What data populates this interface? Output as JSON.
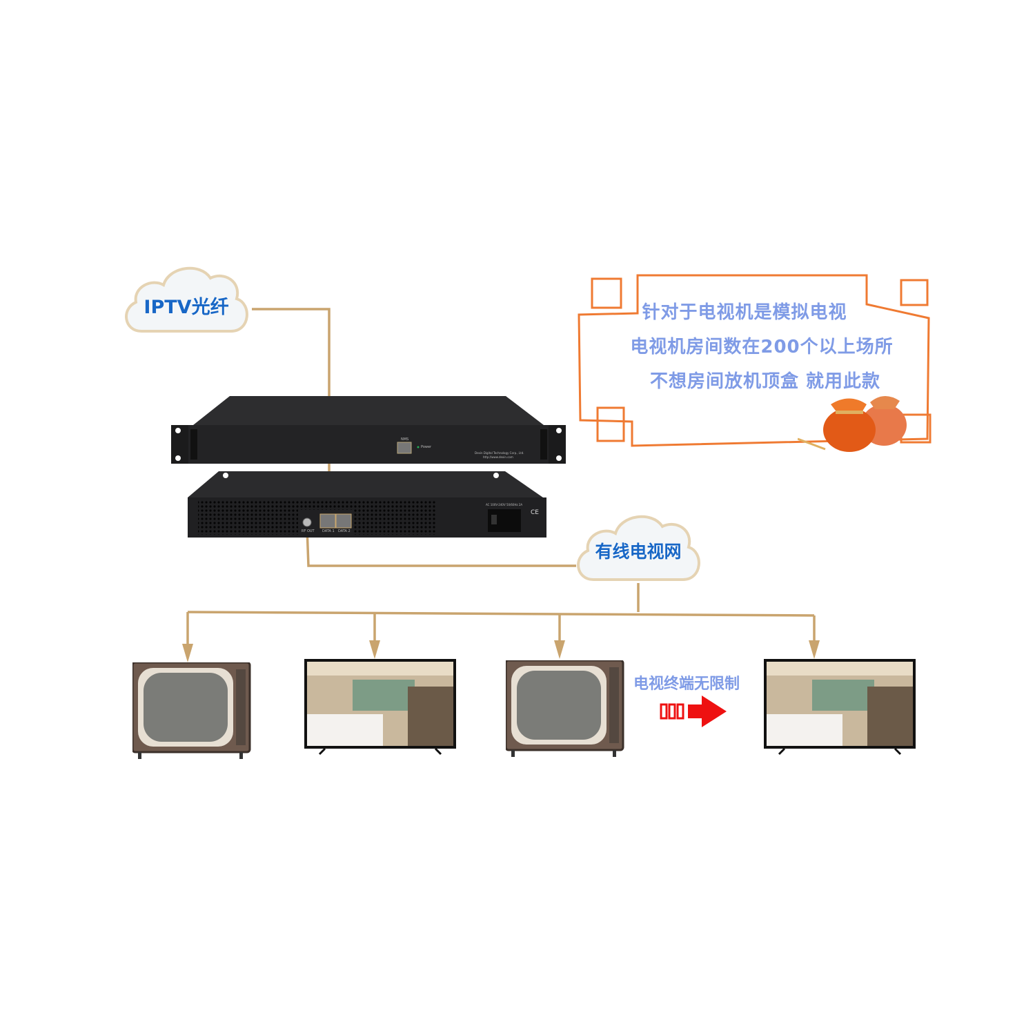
{
  "colors": {
    "connector": "#c9a46e",
    "cloud_text": "#1867c6",
    "promo_text": "#7f9be6",
    "frame": "#ef7a32",
    "arrow": "#ee1111"
  },
  "clouds": {
    "iptv": "IPTV光纤",
    "catv": "有线电视网"
  },
  "device": {
    "front": {
      "port_label": "NMS",
      "led_label": "Power",
      "maker_line1": "Dexin Digital Technology Corp., Ltd.",
      "maker_line2": "http://www.dexin.com"
    },
    "rear": {
      "rf_label": "RF OUT",
      "data1_label": "DATA 1",
      "data2_label": "DATA 2",
      "power_label": "AC 100V-240V 50/60Hz 2A",
      "cert_label": "CE"
    }
  },
  "promo": {
    "lines": [
      "针对于电视机是模拟电视",
      "电视机房间数在200个以上场所",
      "不想房间放机顶盒 就用此款"
    ]
  },
  "terminals": {
    "caption": "电视终端无限制",
    "tvs": [
      {
        "type": "crt"
      },
      {
        "type": "flat"
      },
      {
        "type": "crt"
      },
      {
        "type": "flat"
      }
    ]
  }
}
